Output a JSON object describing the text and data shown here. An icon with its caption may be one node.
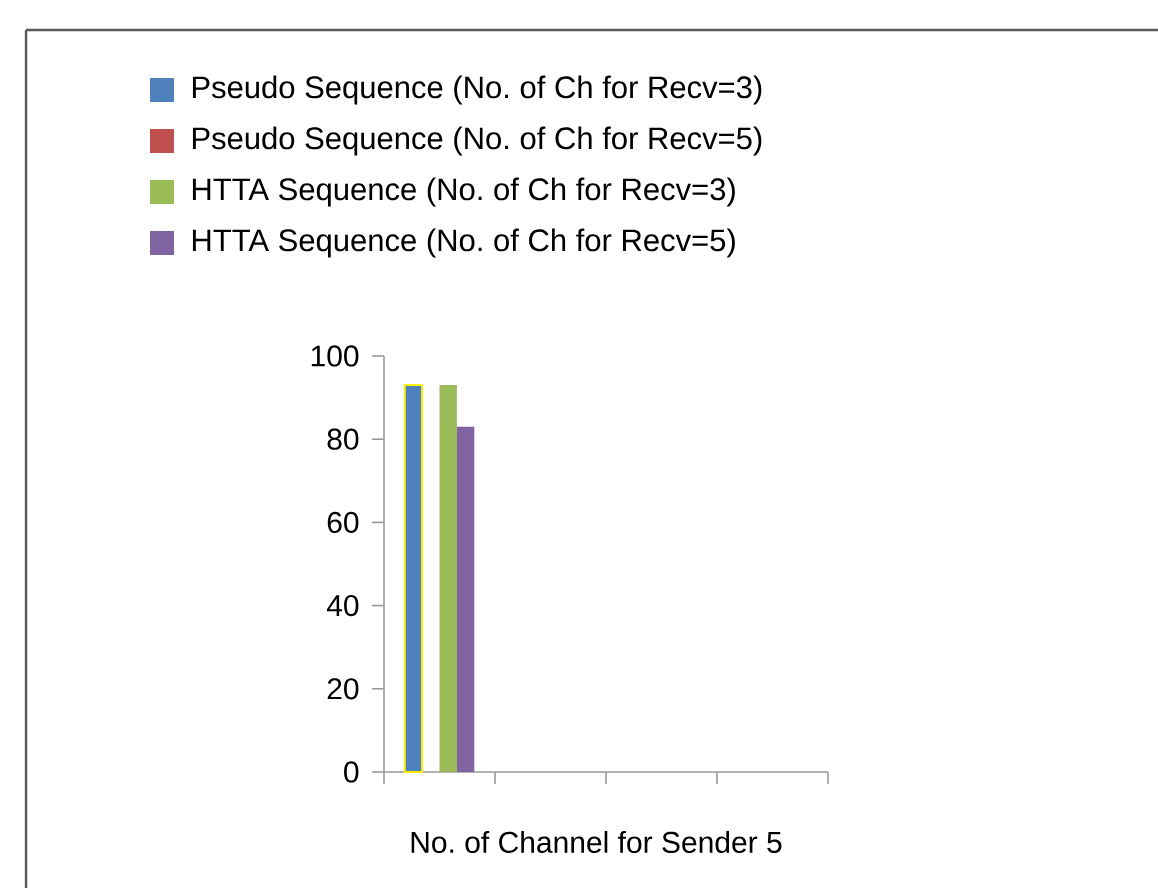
{
  "diagram": {
    "chart_data": {
      "type": "bar",
      "xlabel": "No. of Channel for Sender 5",
      "categories": [
        null,
        null,
        null,
        null
      ],
      "series": [
        {
          "name": "Pseudo Sequence (No. of Ch for Recv=3)",
          "color": "#4f81bd",
          "values": [
            93,
            null,
            null,
            null
          ]
        },
        {
          "name": "Pseudo Sequence (No. of Ch for Recv=5)",
          "color": "#c0504d",
          "values": [
            null,
            null,
            null,
            null
          ]
        },
        {
          "name": "HTTA Sequence (No. of Ch for Recv=3)",
          "color": "#9bbb59",
          "values": [
            93,
            null,
            null,
            null
          ]
        },
        {
          "name": "HTTA Sequence (No. of Ch for Recv=5)",
          "color": "#8064a2",
          "values": [
            83,
            null,
            null,
            null
          ]
        }
      ],
      "legend": "top",
      "ylim": [
        0,
        100
      ],
      "yticks": [
        0,
        20,
        40,
        60,
        80,
        100
      ]
    }
  }
}
